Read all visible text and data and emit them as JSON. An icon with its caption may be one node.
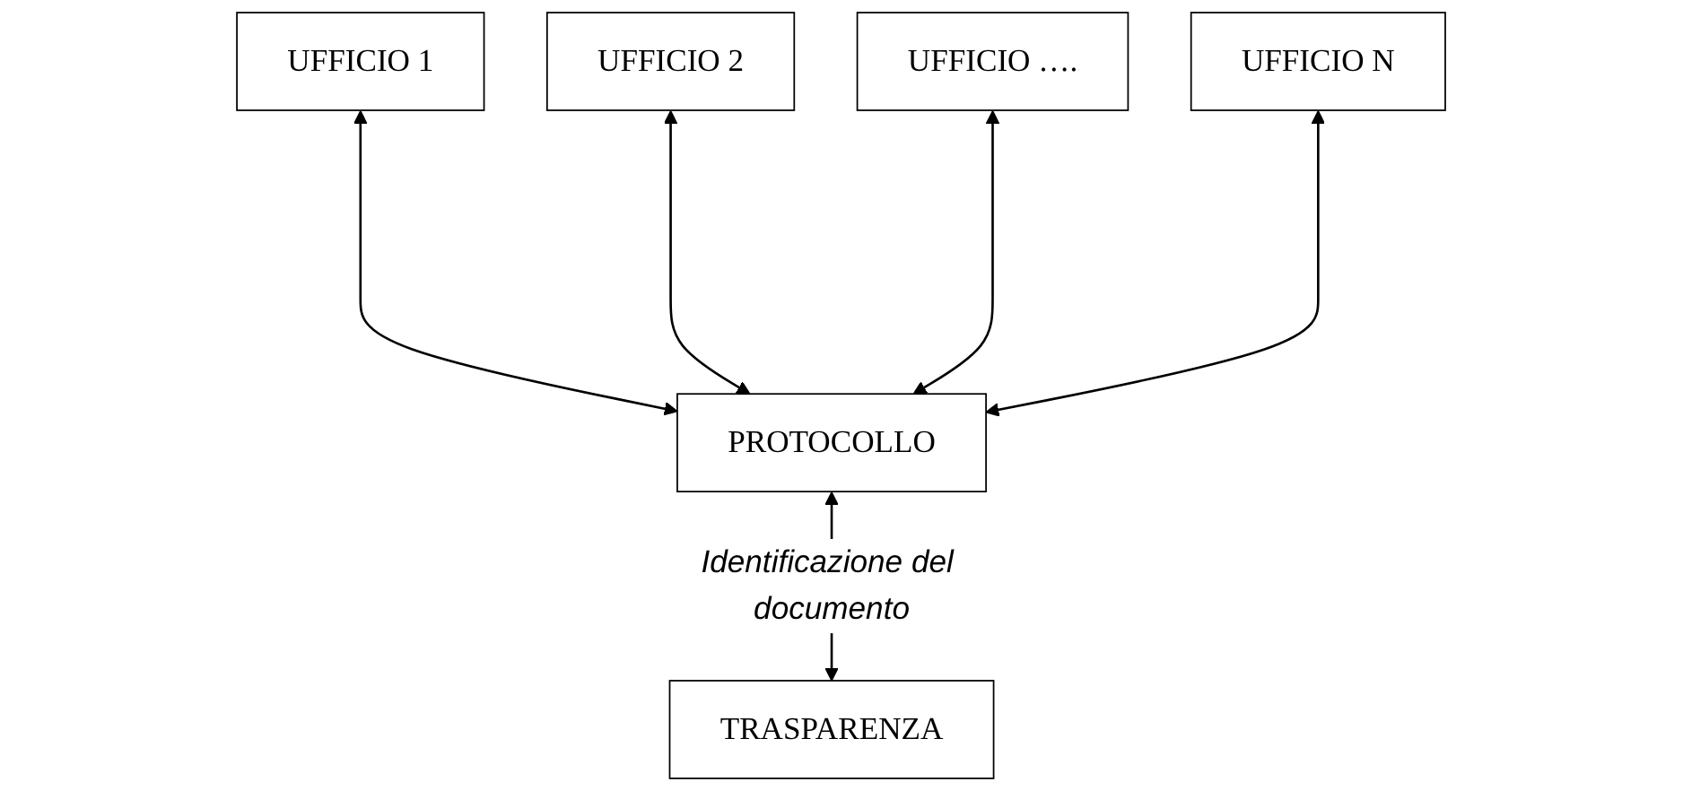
{
  "diagram": {
    "nodes": [
      {
        "text": [
          "UFFICIO 1"
        ]
      },
      {
        "text": [
          "UFFICIO 2"
        ]
      },
      {
        "text": [
          "UFFICIO …."
        ]
      },
      {
        "text": [
          "UFFICIO N"
        ]
      },
      {
        "text": [
          "PROTOCOLLO"
        ]
      },
      {
        "text": [
          "TRASPARENZA"
        ]
      }
    ],
    "edges": [
      {
        "from": 0,
        "to": 4,
        "arrow": "both"
      },
      {
        "from": 1,
        "to": 4,
        "arrow": "both"
      },
      {
        "from": 2,
        "to": 4,
        "arrow": "both"
      },
      {
        "from": 3,
        "to": 4,
        "arrow": "both"
      },
      {
        "from": 4,
        "to": 5,
        "arrow": "both",
        "label": "Identificazione del documento"
      }
    ]
  }
}
